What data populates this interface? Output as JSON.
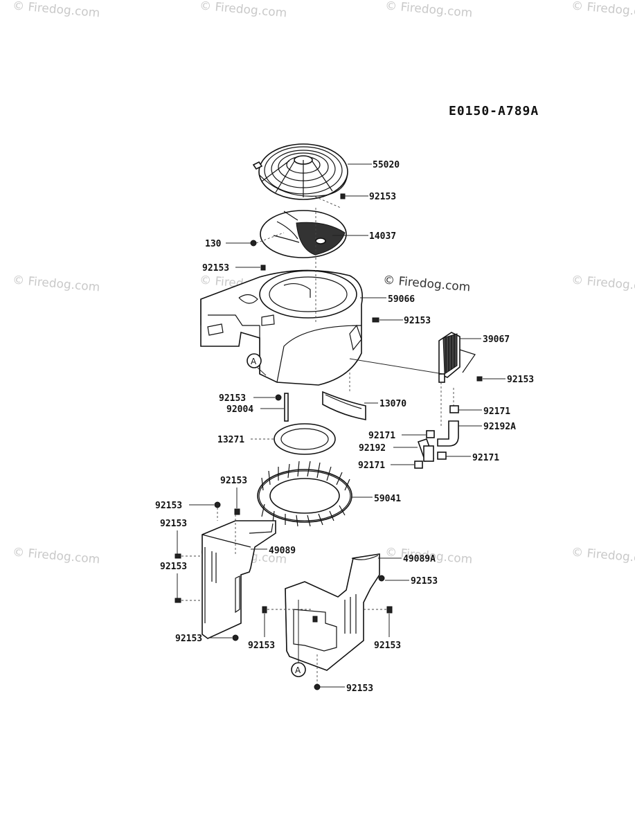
{
  "diagram_code": "E0150-A789A",
  "watermark": "© Firedog.com",
  "center_mark": "© Firedog.com",
  "ref_marker": "A",
  "parts": {
    "p55020": "55020",
    "p92153_a": "92153",
    "p14037": "14037",
    "p130": "130",
    "p92153_b": "92153",
    "p59066": "59066",
    "p92153_c": "92153",
    "p39067": "39067",
    "p92153_d": "92153",
    "p92153_e": "92153",
    "p92004": "92004",
    "p13070": "13070",
    "p92171_a": "92171",
    "p92192A": "92192A",
    "p13271": "13271",
    "p92171_b": "92171",
    "p92192": "92192",
    "p92171_c": "92171",
    "p92171_d": "92171",
    "p92153_f": "92153",
    "p92153_g": "92153",
    "p59041": "59041",
    "p92153_h": "92153",
    "p49089": "49089",
    "p92153_i": "92153",
    "p49089A": "49089A",
    "p92153_j": "92153",
    "p92153_k": "92153",
    "p92153_l": "92153",
    "p92153_m": "92153",
    "p92153_n": "92153"
  }
}
